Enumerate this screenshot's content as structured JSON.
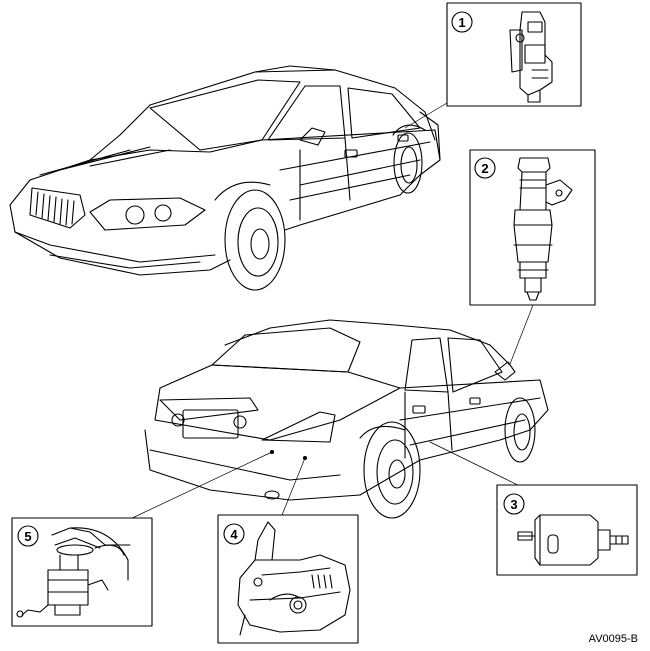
{
  "figure_id": "AV0095-B",
  "callouts": [
    {
      "number": "1"
    },
    {
      "number": "2"
    },
    {
      "number": "3"
    },
    {
      "number": "4"
    },
    {
      "number": "5"
    }
  ]
}
